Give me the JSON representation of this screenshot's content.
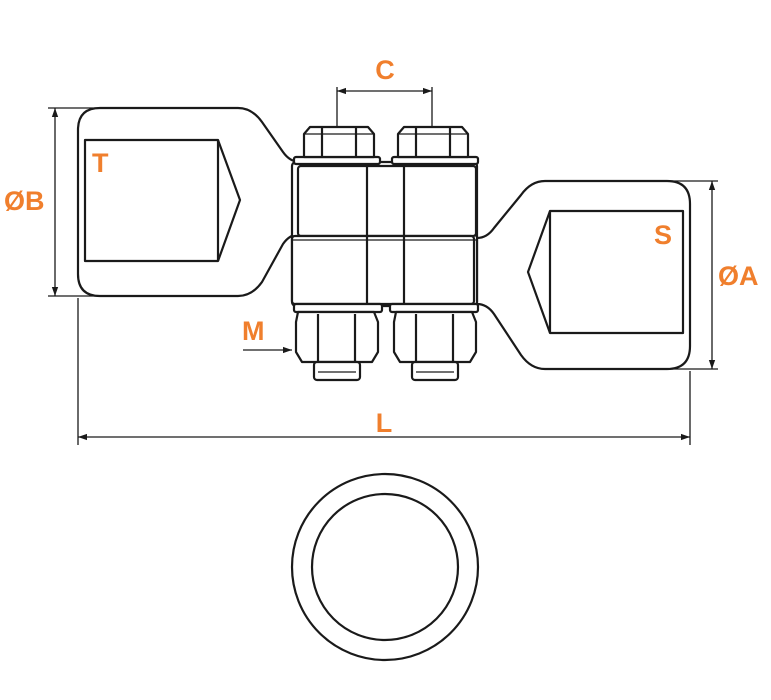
{
  "colors": {
    "label": "#F07F2D",
    "line": "#1a1a1a",
    "background": "#ffffff"
  },
  "labels": {
    "c": "C",
    "dia_b": "ØB",
    "t": "T",
    "s": "S",
    "dia_a": "ØA",
    "m": "M",
    "l": "L"
  }
}
